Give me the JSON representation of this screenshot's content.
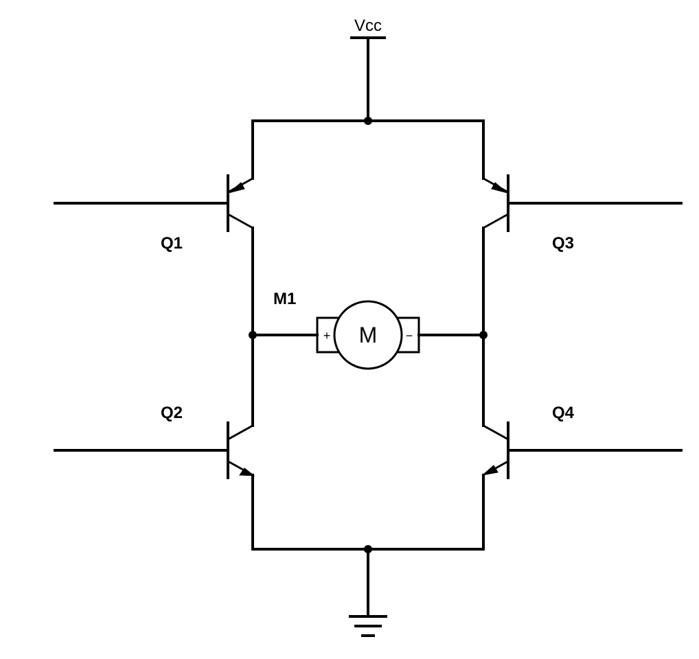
{
  "supply": {
    "label": "Vcc"
  },
  "transistors": {
    "q1": {
      "label": "Q1"
    },
    "q2": {
      "label": "Q2"
    },
    "q3": {
      "label": "Q3"
    },
    "q4": {
      "label": "Q4"
    }
  },
  "motor": {
    "designator": "M1",
    "symbol": "M",
    "plus": "+",
    "minus": "−"
  }
}
